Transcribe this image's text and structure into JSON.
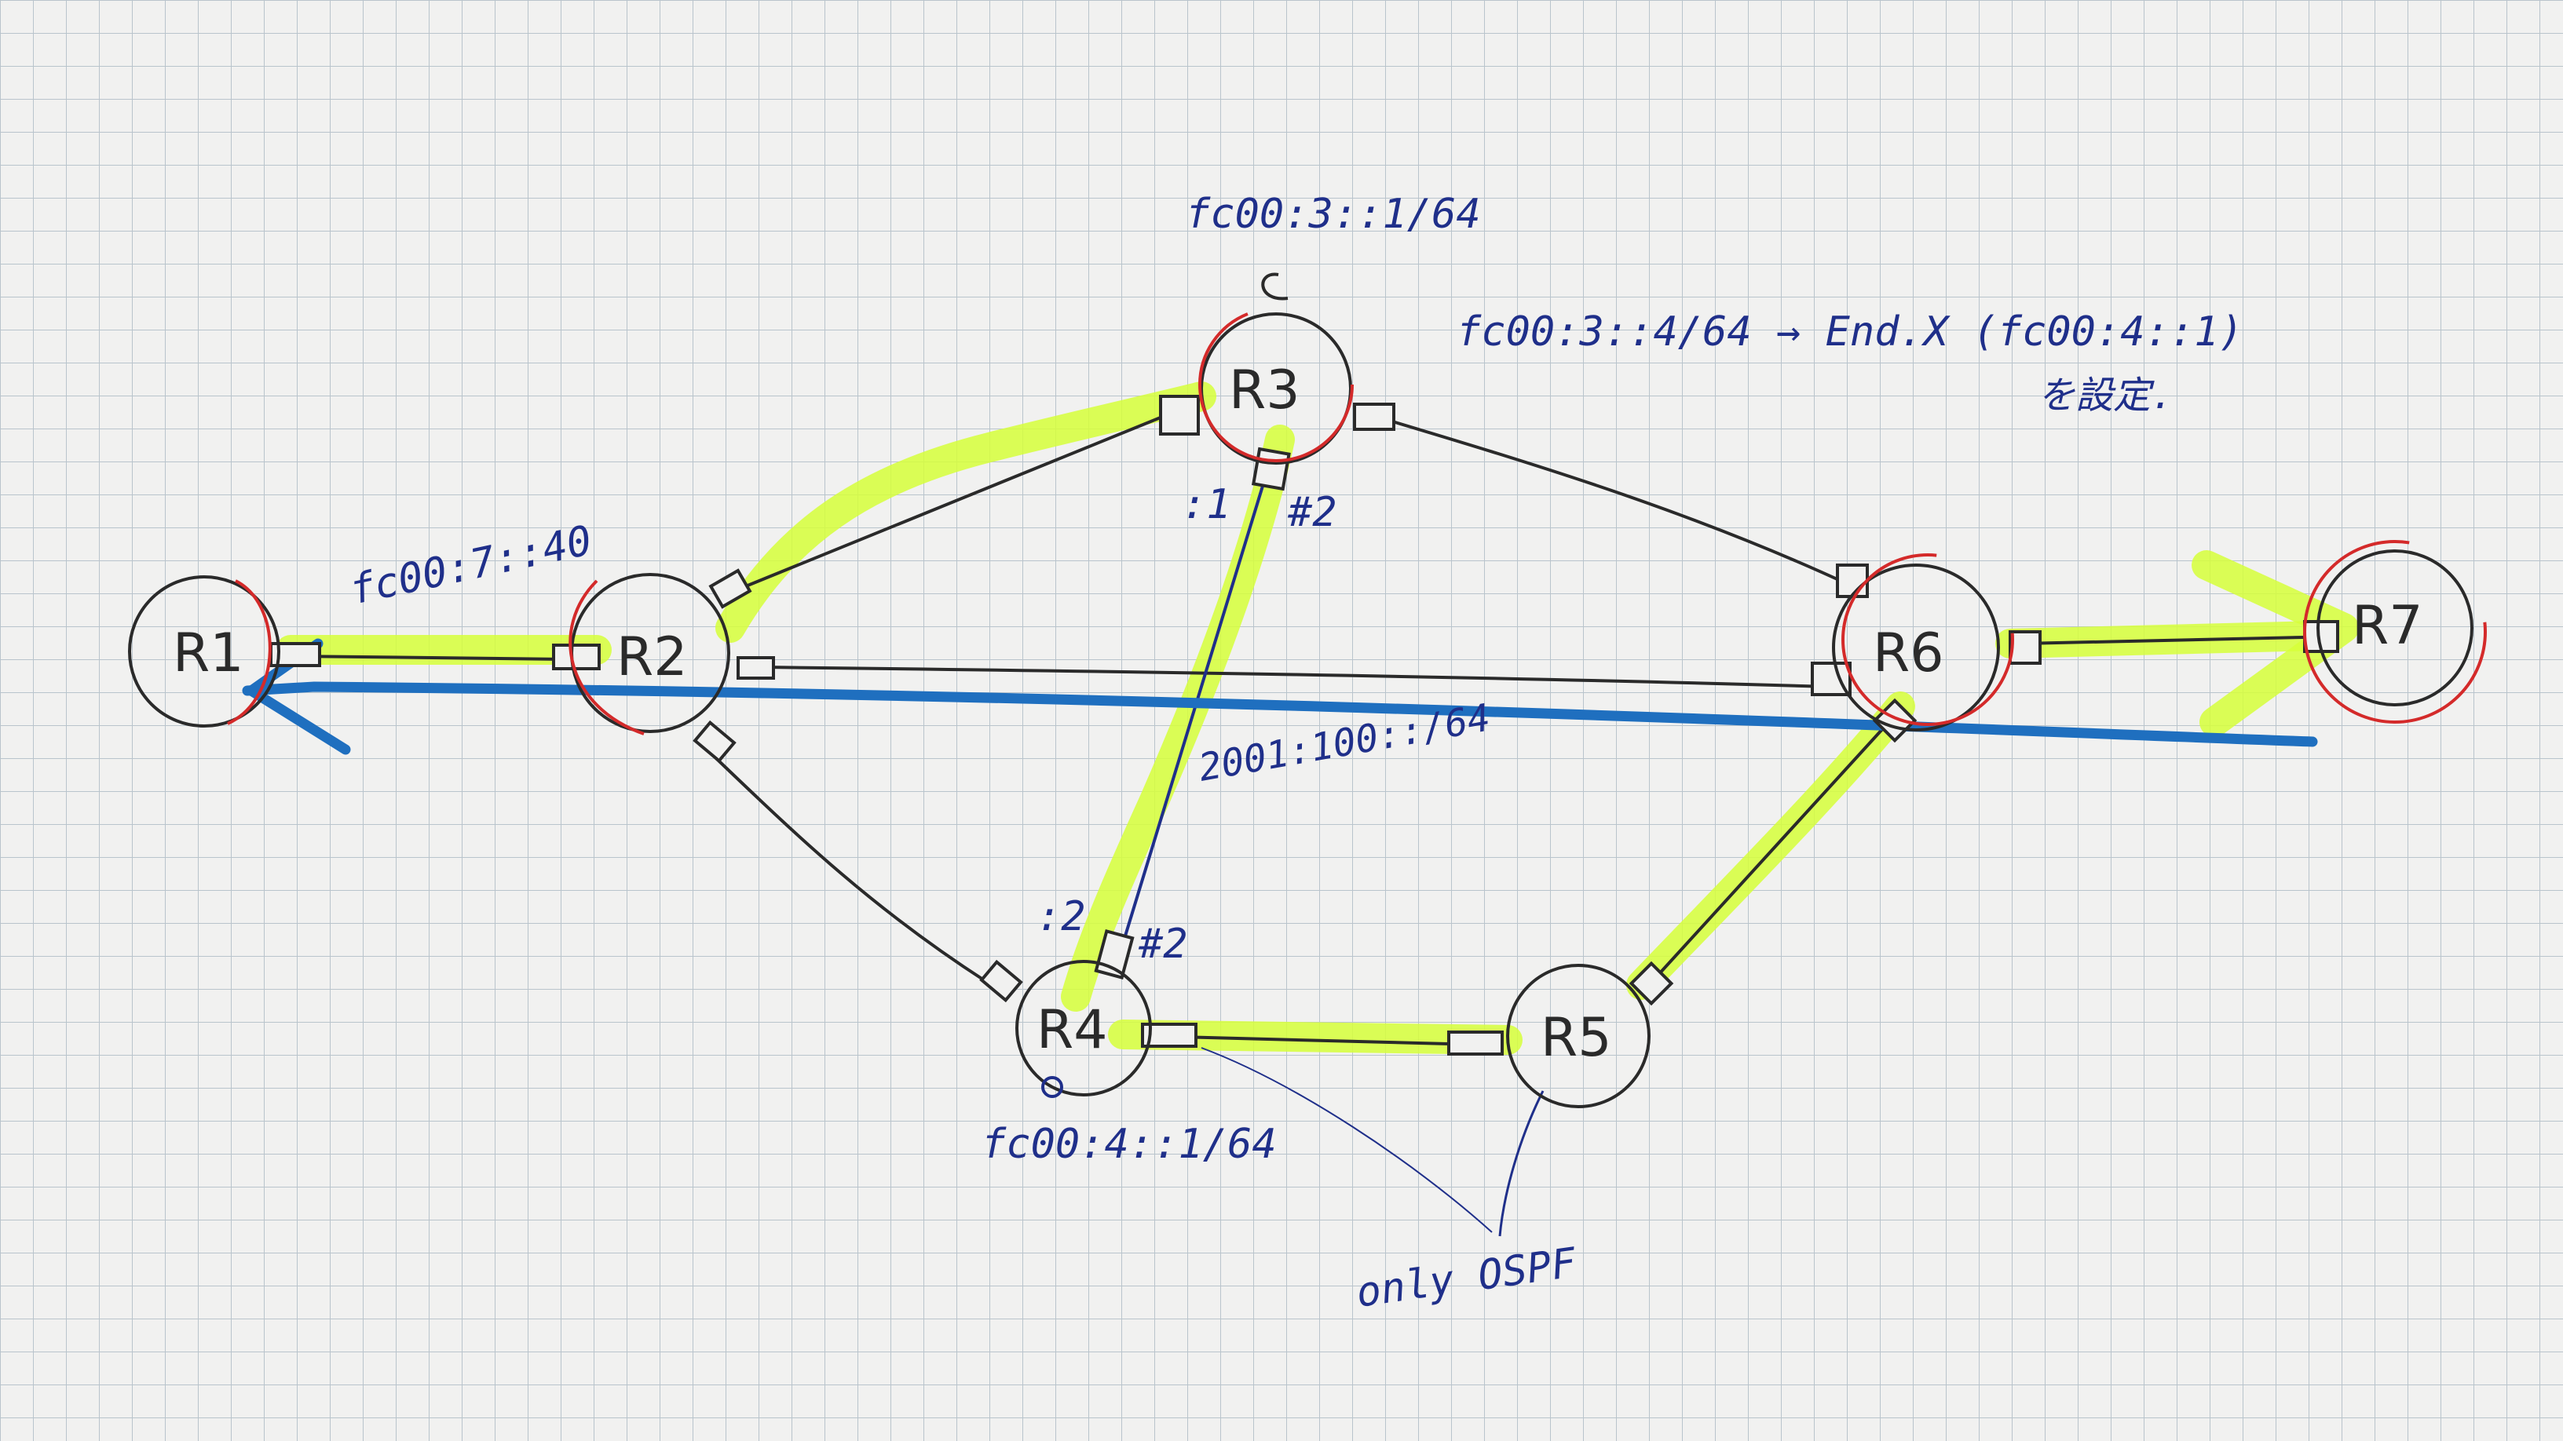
{
  "routers": {
    "r1": "R1",
    "r2": "R2",
    "r3": "R3",
    "r4": "R4",
    "r5": "R5",
    "r6": "R6",
    "r7": "R7"
  },
  "annotations": {
    "r3_loopback": "fc00:3::1/64",
    "r3_endx": "fc00:3::4/64 → End.X (fc00:4::1)",
    "r3_endx_note": "を設定.",
    "r4_loopback": "fc00:4::1/64",
    "r2_link": "fc00:7::40",
    "r2_r6_link": "2001:100::/64",
    "r3_r4_r3side": ":1",
    "r3_r4_r3hash": "#2",
    "r3_r4_r4side": ":2",
    "r3_r4_r4hash": "#2",
    "r5_note": "only OSPF"
  },
  "colors": {
    "grid": "#b9c4cc",
    "paper": "#f1f1f0",
    "ink_black": "#2a2a2a",
    "ink_blue": "#1f2f8a",
    "marker_red": "#d42a2a",
    "highlighter": "#d6ff3a",
    "marker_blue": "#1f6fbf"
  }
}
